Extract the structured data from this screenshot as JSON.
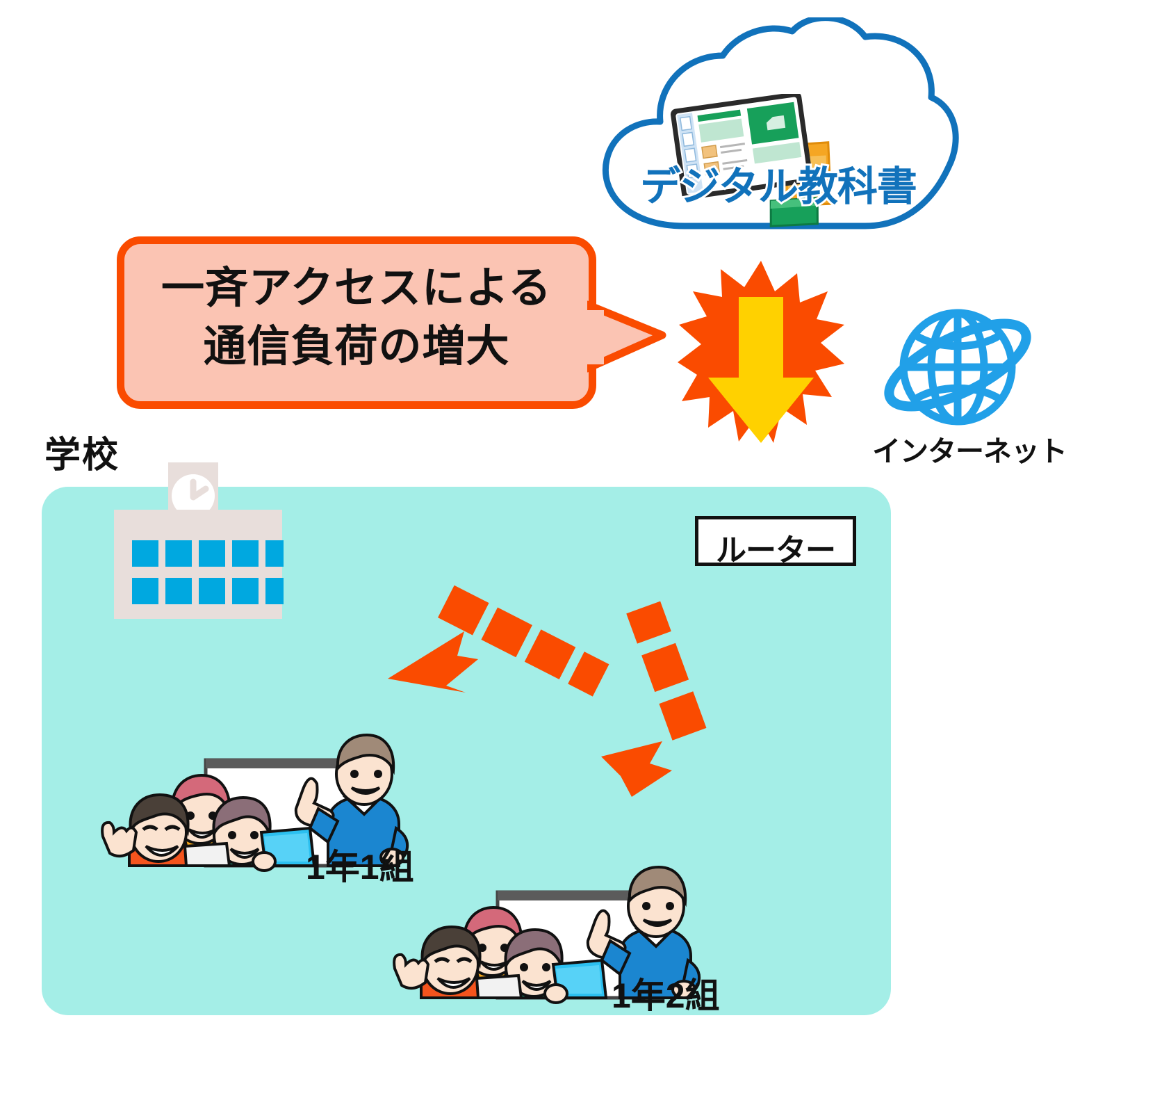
{
  "cloud": {
    "label": "デジタル教科書",
    "label_color": "#1172bb",
    "outline_color": "#1172bb",
    "icon": "tablet-book-icon"
  },
  "bubble": {
    "line1": "一斉アクセスによる",
    "line2": "通信負荷の増大",
    "fill_color": "#fbc4b3",
    "border_color": "#fa4b00",
    "text_color": "#111111"
  },
  "burst": {
    "icon": "burst-down-arrow-icon",
    "burst_color": "#fa4b00",
    "arrow_color": "#ffd100"
  },
  "internet": {
    "label": "インターネット",
    "icon": "globe-icon",
    "color": "#21a0e8"
  },
  "school": {
    "label": "学校",
    "icon": "school-building-icon",
    "building_color": "#e8dedb",
    "window_color": "#00a8e0",
    "campus_color": "#a4eee7"
  },
  "router": {
    "label": "ルーター",
    "border_color": "#111111",
    "fill_color": "#ffffff"
  },
  "arrows": {
    "color": "#fa4b00",
    "style": "dashed",
    "targets": [
      "1年1組",
      "1年2組"
    ]
  },
  "classes": [
    {
      "label": "1年1組",
      "icon": "classroom-students-teacher-icon"
    },
    {
      "label": "1年2組",
      "icon": "classroom-students-teacher-icon"
    }
  ]
}
